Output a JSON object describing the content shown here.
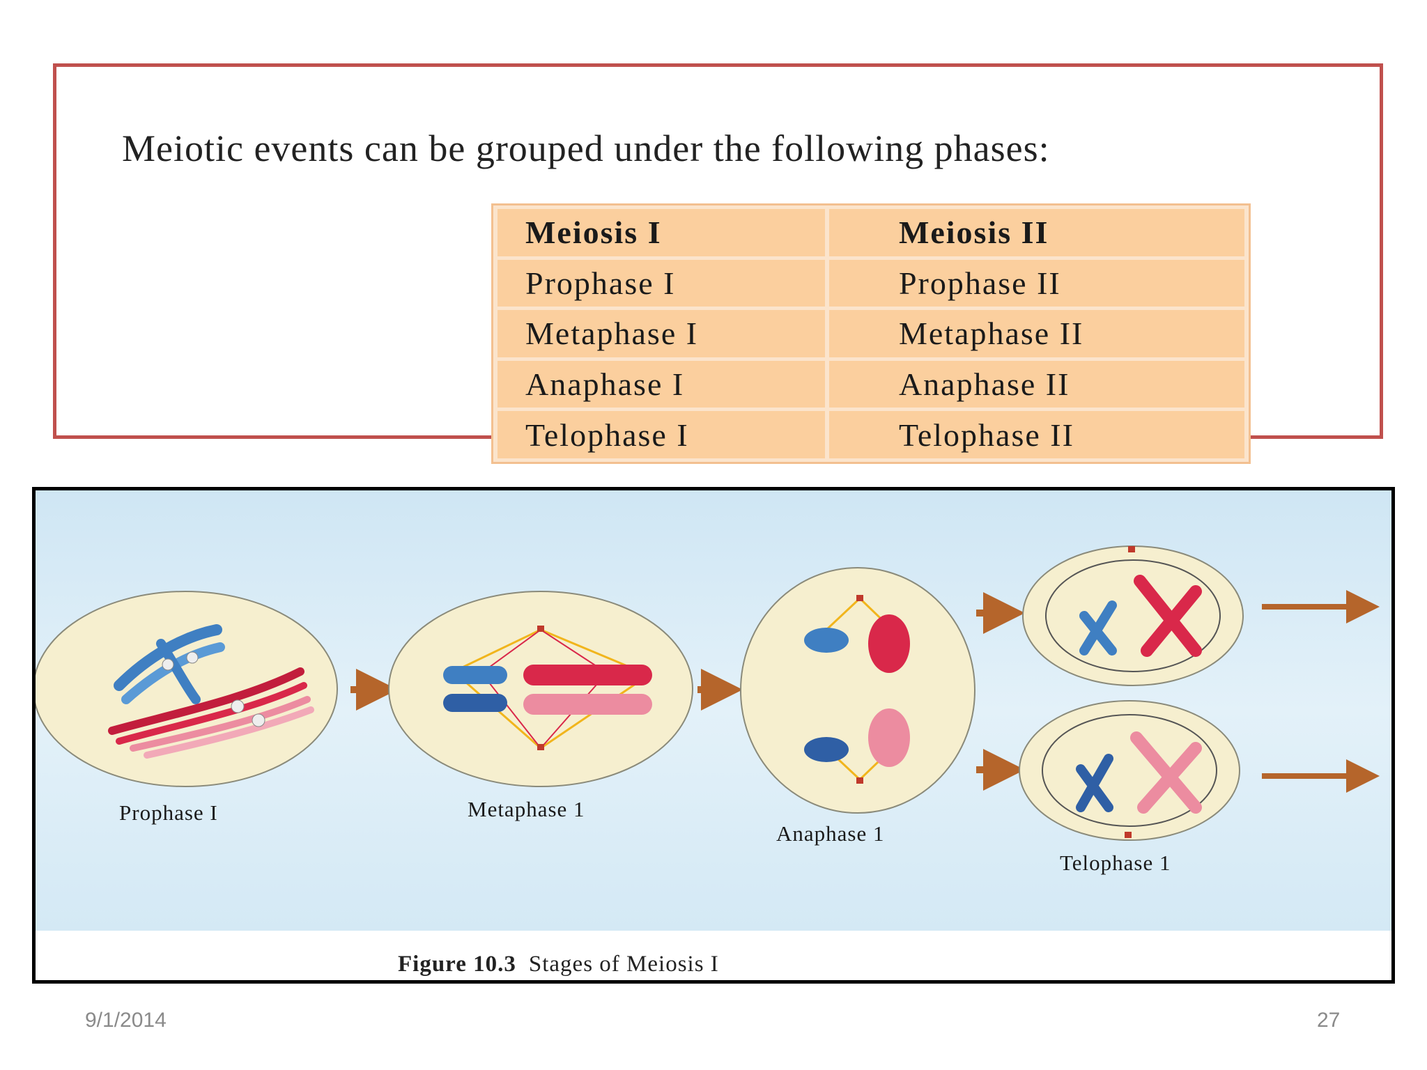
{
  "heading": "Meiotic events can be grouped under the following phases:",
  "table": {
    "headers": [
      "Meiosis I",
      "Meiosis II"
    ],
    "rows": [
      [
        "Prophase I",
        "Prophase II"
      ],
      [
        "Metaphase I",
        "Metaphase II"
      ],
      [
        "Anaphase I",
        "Anaphase II"
      ],
      [
        "Telophase I",
        "Telophase II"
      ]
    ]
  },
  "figure": {
    "stages": [
      "Prophase I",
      "Metaphase 1",
      "Anaphase 1",
      "Telophase 1"
    ],
    "caption_number": "Figure 10.3",
    "caption_text": "Stages of Meiosis I",
    "colors": {
      "background": "#d8ecf7",
      "cell": "#f6efcf",
      "arrow": "#b5652b",
      "chromosome_blue": "#3f7fc2",
      "chromosome_red": "#d9284a",
      "chromosome_pink": "#ec8ca0",
      "spindle": "#f1b51c"
    }
  },
  "footer": {
    "date": "9/1/2014",
    "page": "27"
  }
}
